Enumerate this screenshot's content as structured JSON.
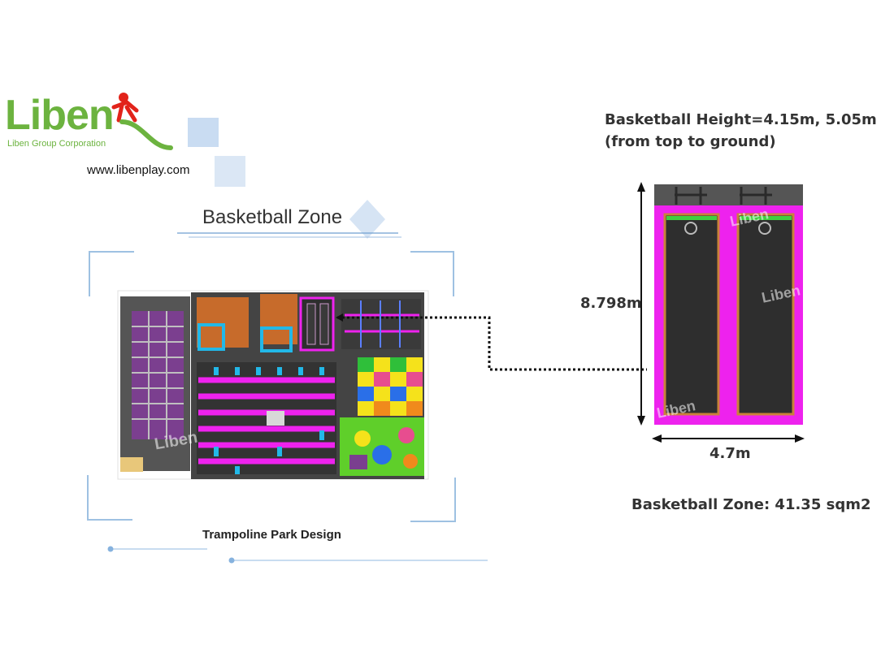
{
  "brand": {
    "logo_text": "Liben",
    "tagline": "Liben Group Corporation",
    "website": "www.libenplay.com",
    "green": "#6cb33f",
    "red": "#e2231a"
  },
  "left_panel": {
    "title": "Basketball Zone",
    "caption": "Trampoline Park Design",
    "floor_watermark": "Liben"
  },
  "right_panel": {
    "height_note_line1": "Basketball Height=4.15m, 5.05m",
    "height_note_line2": "(from top to ground)",
    "length_label": "8.798m",
    "width_label": "4.7m",
    "area_label": "Basketball Zone: 41.35 sqm2",
    "watermark": "Liben"
  },
  "colors": {
    "magenta": "#ee22ee",
    "dark_bed": "#2e2e2e",
    "frame": "#7a7a7a",
    "cyan": "#22b8e8",
    "accent_blue": "#cfdff2"
  }
}
